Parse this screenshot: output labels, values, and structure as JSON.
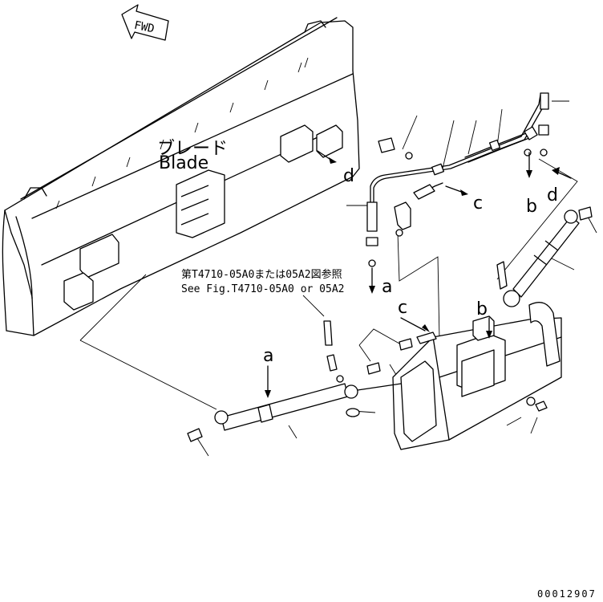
{
  "fwd_label": "FWD",
  "blade_label_jp": "ブレード",
  "blade_label_en": "Blade",
  "reference_jp": "第T4710-05A0または05A2図参照",
  "reference_en": "See Fig.T4710-05A0 or 05A2",
  "callouts": {
    "a": "a",
    "b": "b",
    "c": "c",
    "d": "d"
  },
  "drawing_number": "00012907"
}
